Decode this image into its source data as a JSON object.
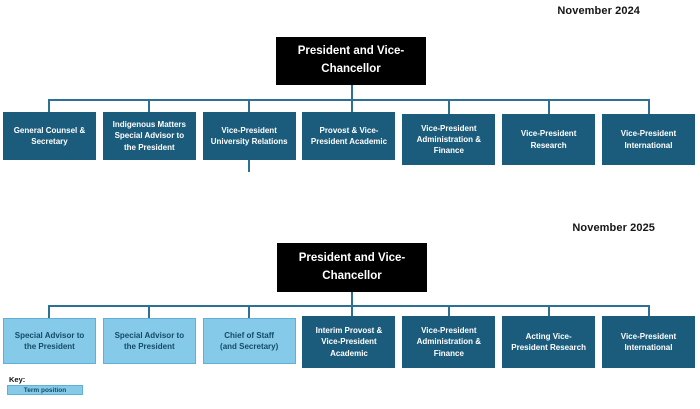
{
  "colors": {
    "dark_box": "#1b5c7c",
    "dark_box_text": "#ffffff",
    "light_box": "#85cbe9",
    "light_box_border": "#5fafd6",
    "light_box_text": "#134b66",
    "connector": "#2c7093",
    "root_box_bg": "#000000",
    "root_text": "#ffffff"
  },
  "charts": [
    {
      "title": "November 2024",
      "root": "President and Vice-\nChancellor",
      "children": [
        {
          "label": "General Counsel &\nSecretary",
          "style": "dark"
        },
        {
          "label": "Indigenous Matters\nSpecial Advisor to\nthe President",
          "style": "dark"
        },
        {
          "label": "Vice-President\nUniversity Relations",
          "style": "dark",
          "has_stub": true
        },
        {
          "label": "Provost & Vice-\nPresident Academic",
          "style": "dark"
        },
        {
          "label": "Vice-President\nAdministration &\nFinance",
          "style": "dark"
        },
        {
          "label": "Vice-President\nResearch",
          "style": "dark"
        },
        {
          "label": "Vice-President\nInternational",
          "style": "dark"
        }
      ]
    },
    {
      "title": "November 2025",
      "root": "President and Vice-\nChancellor",
      "children": [
        {
          "label": "Special Advisor to\nthe President",
          "style": "term"
        },
        {
          "label": "Special Advisor to\nthe President",
          "style": "term"
        },
        {
          "label": "Chief of Staff\n(and Secretary)",
          "style": "term"
        },
        {
          "label": "Interim Provost &\nVice-President\nAcademic",
          "style": "dark"
        },
        {
          "label": "Vice-President\nAdministration &\nFinance",
          "style": "dark"
        },
        {
          "label": "Acting Vice-\nPresident Research",
          "style": "dark"
        },
        {
          "label": "Vice-President\nInternational",
          "style": "dark"
        }
      ]
    }
  ],
  "key": {
    "label": "Key:",
    "items": [
      {
        "label": "Term position",
        "style": "term"
      }
    ]
  }
}
